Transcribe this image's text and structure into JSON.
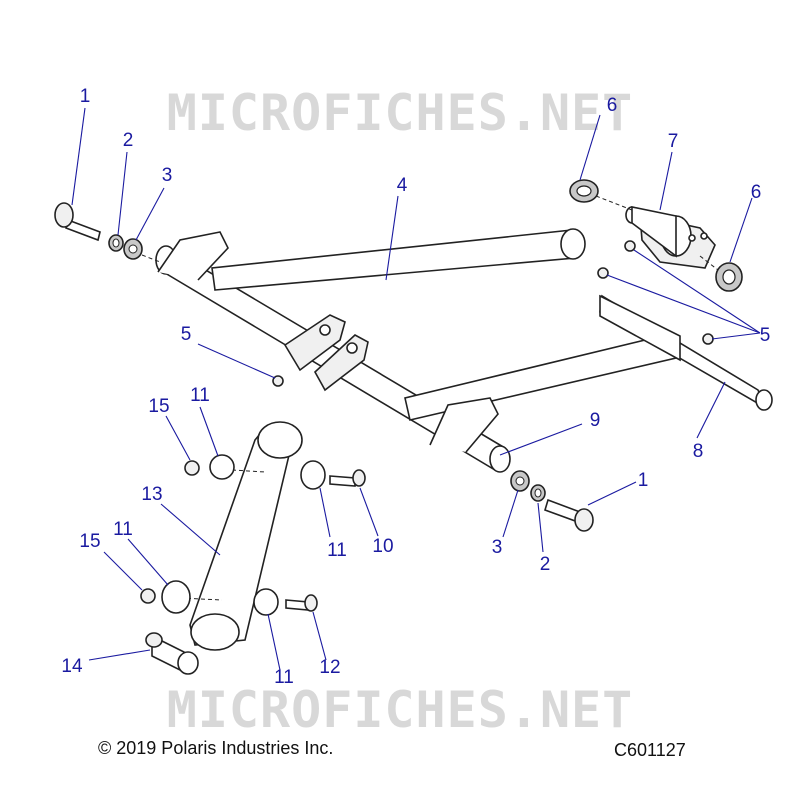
{
  "watermark": {
    "top": "MICROFICHES.NET",
    "bottom": "MICROFICHES.NET"
  },
  "callouts": [
    {
      "id": "c1a",
      "label": "1"
    },
    {
      "id": "c2a",
      "label": "2"
    },
    {
      "id": "c3a",
      "label": "3"
    },
    {
      "id": "c4",
      "label": "4"
    },
    {
      "id": "c5a",
      "label": "5"
    },
    {
      "id": "c5b",
      "label": "5"
    },
    {
      "id": "c6a",
      "label": "6"
    },
    {
      "id": "c6b",
      "label": "6"
    },
    {
      "id": "c7",
      "label": "7"
    },
    {
      "id": "c8",
      "label": "8"
    },
    {
      "id": "c9",
      "label": "9"
    },
    {
      "id": "c1b",
      "label": "1"
    },
    {
      "id": "c2b",
      "label": "2"
    },
    {
      "id": "c3b",
      "label": "3"
    },
    {
      "id": "c10",
      "label": "10"
    },
    {
      "id": "c11a",
      "label": "11"
    },
    {
      "id": "c11b",
      "label": "11"
    },
    {
      "id": "c11c",
      "label": "11"
    },
    {
      "id": "c11d",
      "label": "11"
    },
    {
      "id": "c12",
      "label": "12"
    },
    {
      "id": "c13",
      "label": "13"
    },
    {
      "id": "c14",
      "label": "14"
    },
    {
      "id": "c15a",
      "label": "15"
    },
    {
      "id": "c15b",
      "label": "15"
    }
  ],
  "footer": {
    "copyright": "© 2019 Polaris Industries Inc.",
    "code": "C601127"
  }
}
